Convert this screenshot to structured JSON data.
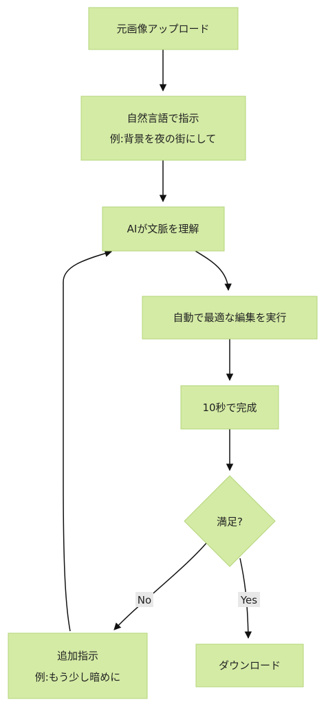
{
  "nodes": {
    "upload": {
      "lines": [
        "元画像アップロード"
      ]
    },
    "instruct": {
      "lines": [
        "自然言語で指示",
        "例:背景を夜の街にして"
      ]
    },
    "understand": {
      "lines": [
        "AIが文脈を理解"
      ]
    },
    "edit": {
      "lines": [
        "自動で最適な編集を実行"
      ]
    },
    "complete": {
      "lines": [
        "10秒で完成"
      ]
    },
    "satisfied": {
      "lines": [
        "満足?"
      ]
    },
    "additional": {
      "lines": [
        "追加指示",
        "例:もう少し暗めに"
      ]
    },
    "download": {
      "lines": [
        "ダウンロード"
      ]
    }
  },
  "edge_labels": {
    "no": "No",
    "yes": "Yes"
  },
  "colors": {
    "node_fill": "#d4eba5",
    "node_stroke": "#b3d57a",
    "edge": "#111111",
    "label_bg": "#e8e8e8"
  }
}
